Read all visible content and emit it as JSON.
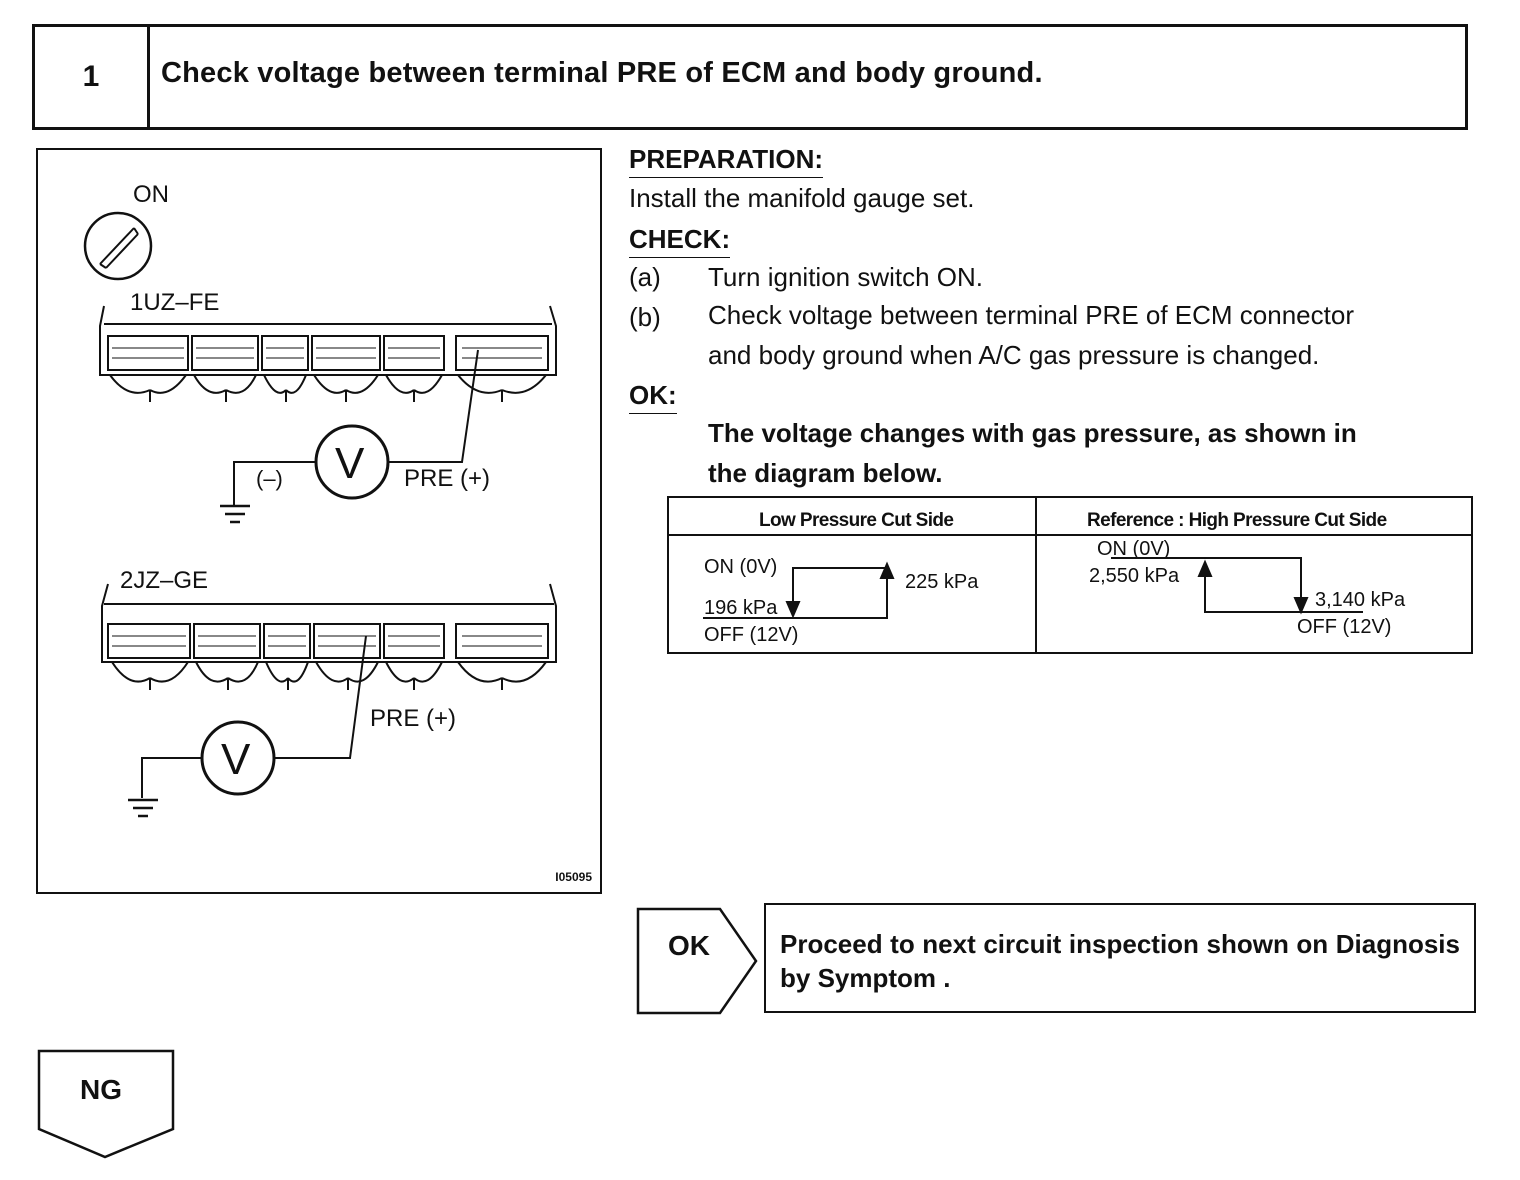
{
  "step": {
    "number": "1",
    "title": "Check voltage between terminal PRE of ECM and body ground."
  },
  "figure": {
    "ignition_label": "ON",
    "engine_1": "1UZ–FE",
    "engine_2": "2JZ–GE",
    "meter_symbol": "V",
    "neg_label": "(–)",
    "pre_label_1": "PRE (+)",
    "pre_label_2": "PRE (+)",
    "figure_id": "I05095"
  },
  "instructions": {
    "preparation_heading": "PREPARATION:",
    "preparation_text": "Install the manifold gauge set.",
    "check_heading": "CHECK:",
    "step_a_marker": "(a)",
    "step_a_text": "Turn ignition switch ON.",
    "step_b_marker": "(b)",
    "step_b_text_1": "Check voltage between terminal PRE of ECM connector",
    "step_b_text_2": "and body ground when A/C gas pressure is changed.",
    "ok_heading": "OK:",
    "ok_text_1": "The voltage changes with gas pressure, as shown in",
    "ok_text_2": "the diagram below."
  },
  "pressure_table": {
    "low_header": "Low Pressure Cut Side",
    "high_header": "Reference : High Pressure Cut Side",
    "low": {
      "on": "ON (0V)",
      "off": "OFF (12V)",
      "p_off": "196 kPa",
      "p_on": "225 kPa"
    },
    "high": {
      "on": "ON (0V)",
      "off": "OFF (12V)",
      "p_on": "2,550 kPa",
      "p_off": "3,140 kPa"
    }
  },
  "result": {
    "ok_label": "OK",
    "ok_text": "Proceed to next circuit inspection shown on Diagnosis by Symptom .",
    "ng_label": "NG"
  }
}
